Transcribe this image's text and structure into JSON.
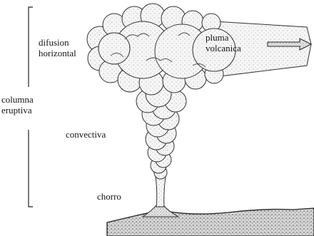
{
  "diagram": {
    "labels": {
      "difusion_line1": "difusion",
      "difusion_line2": "horizontal",
      "pluma_line1": "pluma",
      "pluma_line2": "volcanica",
      "columna_line1": "columna",
      "columna_line2": "eruptiva",
      "convectiva": "convectiva",
      "chorro": "chorro"
    },
    "colors": {
      "ink": "#1a1a1a",
      "cloud_fill": "#f3f3f3",
      "ground_fill": "#cfcfcf"
    },
    "arrow_direction": "right"
  }
}
